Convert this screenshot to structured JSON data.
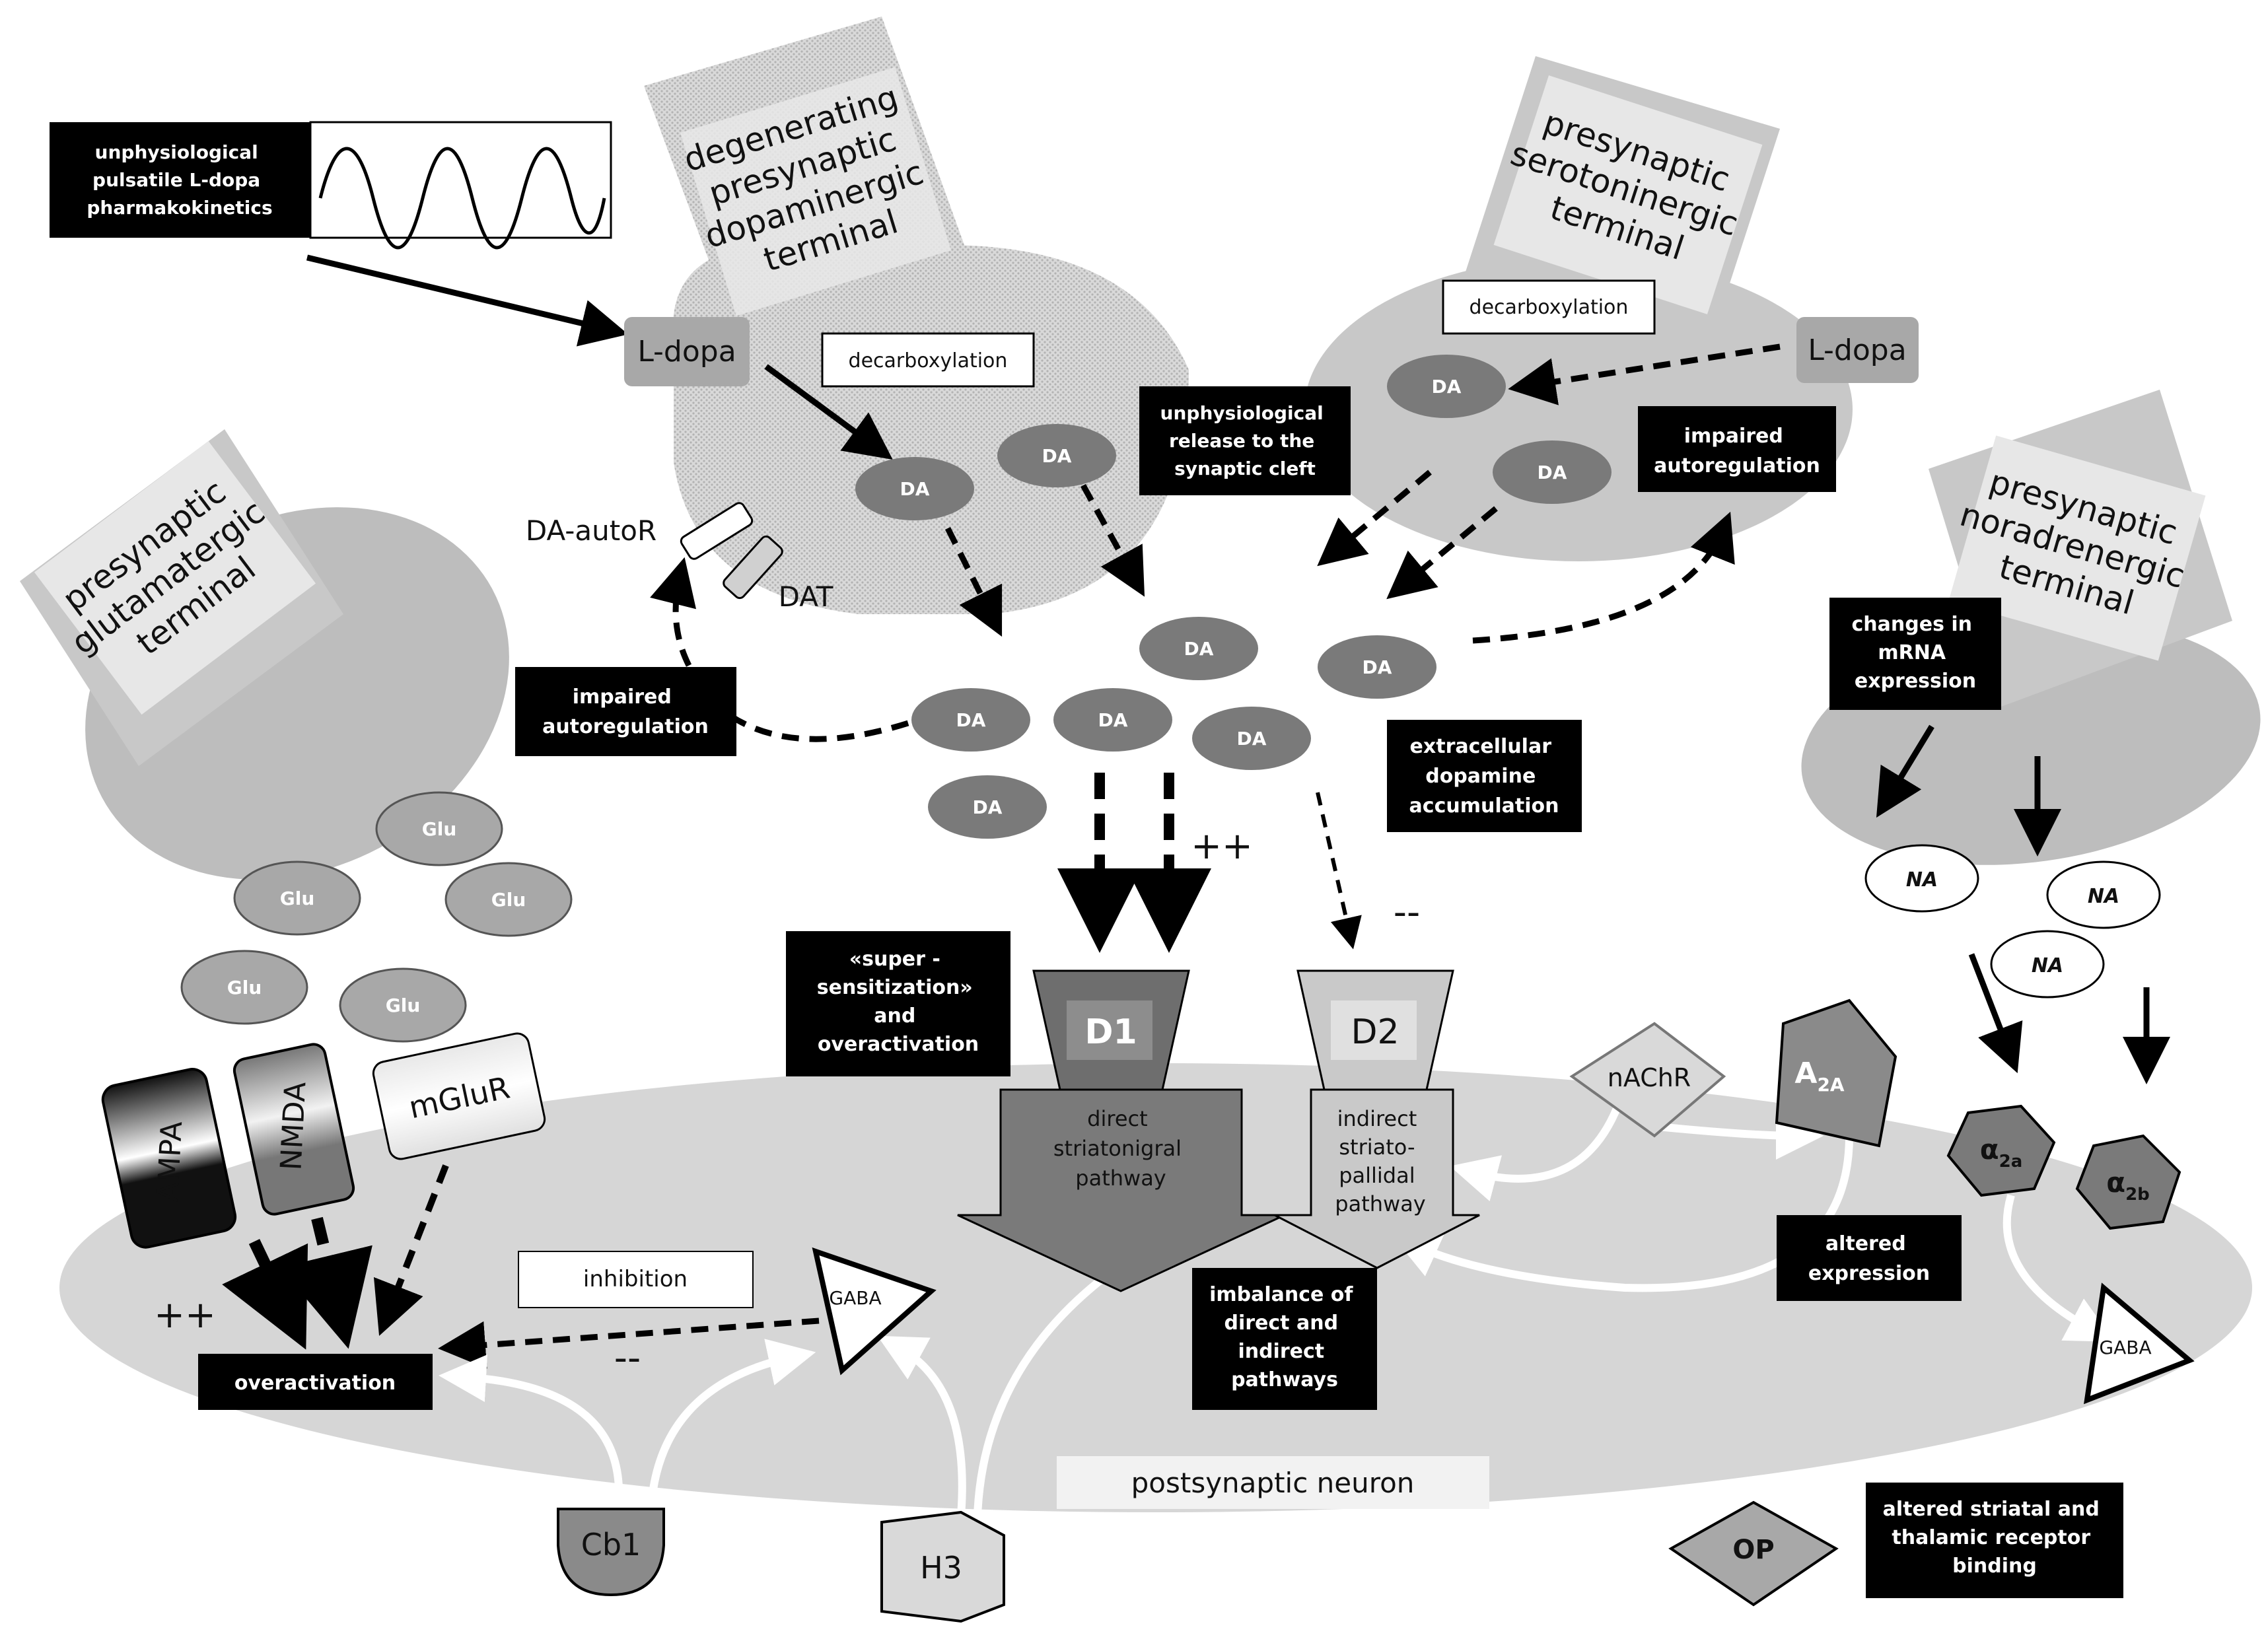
{
  "colors": {
    "postsynaptic": "#d6d6d6",
    "terminal": "#c8c8c8",
    "terminal_dopa": "#cfcfcf",
    "da": "#7a7a7a",
    "glu": "#a8a8a8",
    "label_box": "#000000",
    "receptor_d1": "#6e6e6e",
    "receptor_d2": "#c9c9c9"
  },
  "terminals": {
    "dopaminergic": [
      "degenerating",
      "presynaptic",
      "dopaminergic",
      "terminal"
    ],
    "serotoninergic": [
      "presynaptic",
      "serotoninergic",
      "terminal"
    ],
    "glutamatergic": [
      "presynaptic",
      "glutamatergic",
      "terminal"
    ],
    "noradrenergic": [
      "presynaptic",
      "noradrenergic",
      "terminal"
    ]
  },
  "boxes": {
    "pharmacokinetics": [
      "unphysiological",
      "pulsatile L-dopa",
      "pharmakokinetics"
    ],
    "unphys_release": [
      "unphysiological",
      "release to the",
      "synaptic cleft"
    ],
    "impaired_auto_right": [
      "impaired",
      "autoregulation"
    ],
    "impaired_auto_left": [
      "impaired",
      "autoregulation"
    ],
    "extracellular": [
      "extracellular",
      "dopamine",
      "accumulation"
    ],
    "supersens": [
      "«super -",
      "sensitization»",
      "and",
      "overactivation"
    ],
    "mrna": [
      "changes in",
      "mRNA",
      "expression"
    ],
    "imbalance": [
      "imbalance of",
      "direct and",
      "indirect",
      "pathways"
    ],
    "altered_expression": [
      "altered",
      "expression"
    ],
    "overactivation": "overactivation",
    "altered_binding": [
      "altered striatal and",
      "thalamic receptor",
      "binding"
    ]
  },
  "labels": {
    "ldopa_left": "L-dopa",
    "ldopa_right": "L-dopa",
    "decarb_left": "decarboxylation",
    "decarb_right": "decarboxylation",
    "da_autor": "DA-autoR",
    "dat": "DAT",
    "da": "DA",
    "glu": "Glu",
    "na": "NA",
    "plusplus_top": "++",
    "minusminus_top": "--",
    "plusplus_left": "++",
    "minusminus_left": "--",
    "inhibition": "inhibition",
    "postsynaptic": "postsynaptic neuron"
  },
  "receptors": {
    "d1": "D1",
    "d2": "D2",
    "ampa": "AMPA",
    "nmda": "NMDA",
    "mglur": "mGluR",
    "nachr": "nAChR",
    "a2a_base": "A",
    "a2a_sub": "2A",
    "alpha": "α",
    "alpha2a_sub": "2a",
    "alpha2b_sub": "2b",
    "gaba_left": "GABA",
    "gaba_right": "GABA",
    "cb1": "Cb1",
    "h3": "H3",
    "op": "OP"
  },
  "pathways": {
    "direct": [
      "direct",
      "striatonigral",
      "pathway"
    ],
    "indirect": [
      "indirect",
      "striato-",
      "pallidal",
      "pathway"
    ]
  }
}
